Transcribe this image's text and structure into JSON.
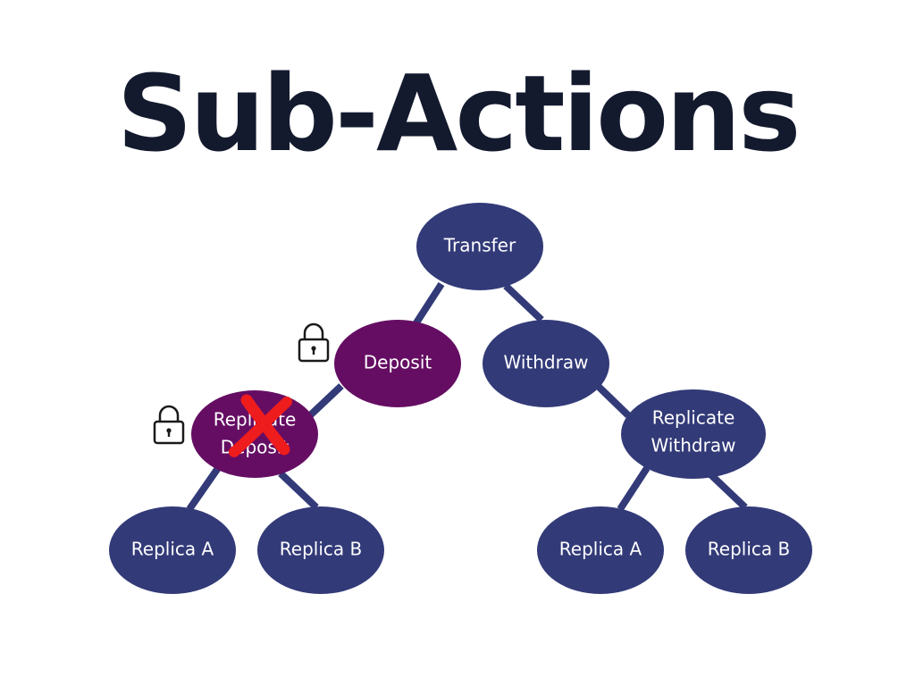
{
  "slide": {
    "title": "Sub-Actions"
  },
  "colors": {
    "node_blue": "#323a78",
    "node_purple": "#650d63",
    "edge": "#323a78",
    "lock": "#1a1a1a",
    "cross": "#ee1c1c",
    "title": "#141a2e"
  },
  "tree": {
    "transfer": {
      "label": "Transfer"
    },
    "deposit": {
      "label": "Deposit",
      "locked": true
    },
    "withdraw": {
      "label": "Withdraw"
    },
    "replicate_deposit": {
      "label_line1": "Replicate",
      "label_line2": "Deposit",
      "locked": true,
      "failed": true
    },
    "replicate_withdraw": {
      "label_line1": "Replicate",
      "label_line2": "Withdraw"
    },
    "deposit_replica_a": {
      "label": "Replica A"
    },
    "deposit_replica_b": {
      "label": "Replica B"
    },
    "withdraw_replica_a": {
      "label": "Replica A"
    },
    "withdraw_replica_b": {
      "label": "Replica B"
    }
  },
  "icons": {
    "lock": "lock-icon",
    "cross": "cross-icon"
  }
}
